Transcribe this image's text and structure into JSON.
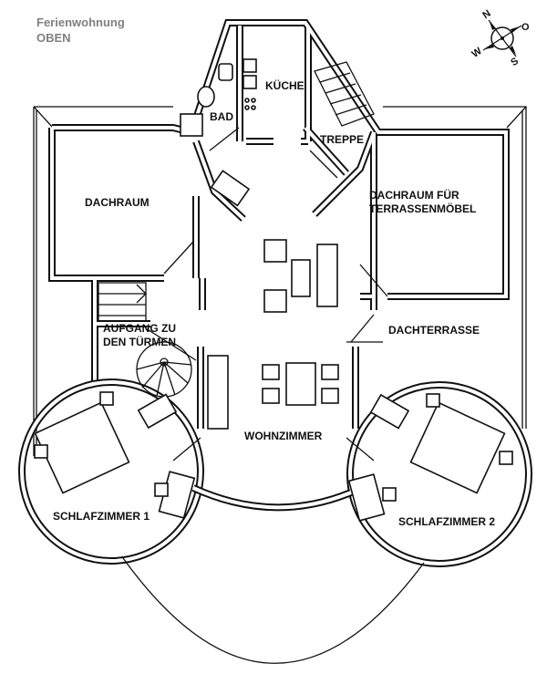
{
  "title": {
    "line1": "Ferienwohnung",
    "line2": "OBEN"
  },
  "compass": {
    "n": "N",
    "o": "O",
    "s": "S",
    "w": "W"
  },
  "rooms": {
    "kueche": "KÜCHE",
    "bad": "BAD",
    "treppe": "TREPPE",
    "dachraum": "DACHRAUM",
    "dachraum_fuer_line1": "DACHRAUM FÜR",
    "dachraum_fuer_line2": "TERRASSENMÖBEL",
    "dachterrasse": "DACHTERRASSE",
    "aufgang_line1": "AUFGANG ZU",
    "aufgang_line2": "DEN TÜRMEN",
    "wohnzimmer": "WOHNZIMMER",
    "schlafzimmer1": "SCHLAFZIMMER 1",
    "schlafzimmer2": "SCHLAFZIMMER 2"
  }
}
